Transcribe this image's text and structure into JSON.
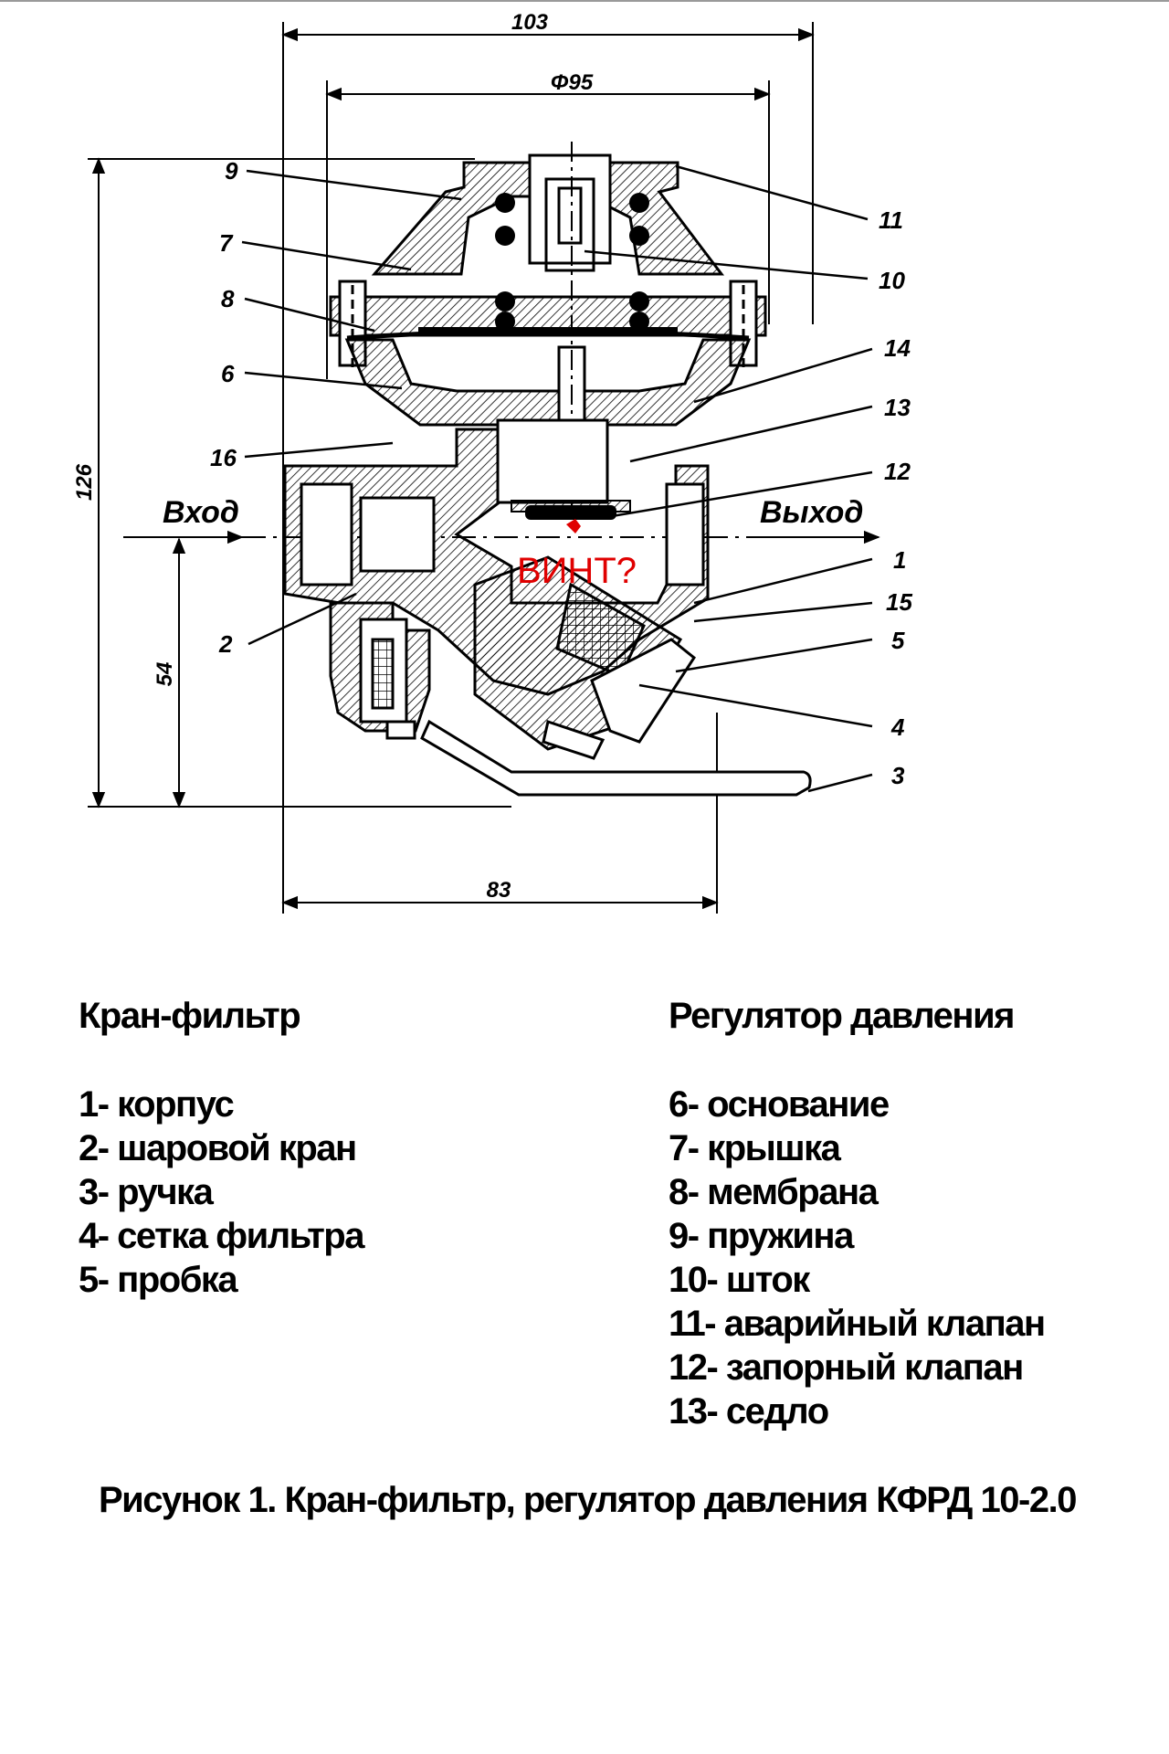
{
  "dimensions": {
    "top_width": "103",
    "top_diameter": "Φ95",
    "height": "126",
    "center_height": "54",
    "bottom_width": "83"
  },
  "flow": {
    "inlet": "Вход",
    "outlet": "Выход"
  },
  "annotation": "ВИНТ?",
  "callouts": [
    "1",
    "2",
    "3",
    "4",
    "5",
    "6",
    "7",
    "8",
    "9",
    "10",
    "11",
    "12",
    "13",
    "14",
    "15",
    "16"
  ],
  "legend": {
    "filter_title": "Кран-фильтр",
    "filter_items": [
      "1- корпус",
      "2- шаровой кран",
      "3- ручка",
      "4- сетка фильтра",
      "5- пробка"
    ],
    "regulator_title": "Регулятор давления",
    "regulator_items": [
      "6- основание",
      "7- крышка",
      "8- мембрана",
      "9- пружина",
      "10- шток",
      "11- аварийный клапан",
      "12- запорный клапан",
      "13- седло"
    ]
  },
  "caption": "Рисунок 1. Кран-фильтр, регулятор давления КФРД 10-2.0",
  "colors": {
    "annotation": "#e00000",
    "line": "#000000"
  }
}
